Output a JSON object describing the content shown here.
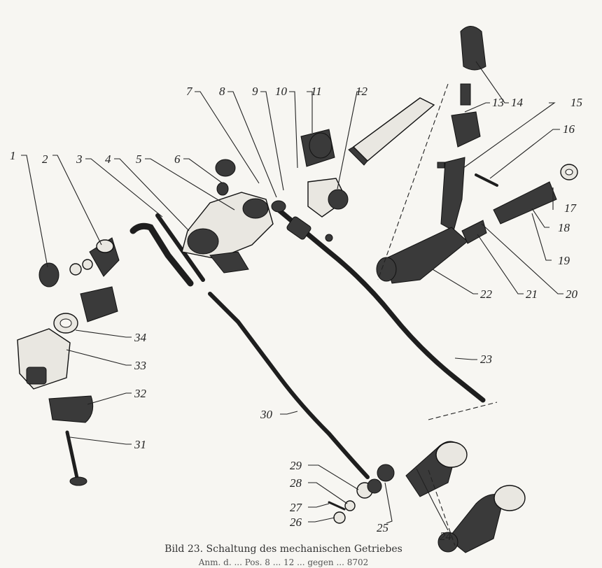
{
  "labels": [
    "1",
    "2",
    "3",
    "4",
    "5",
    "6",
    "7",
    "8",
    "9",
    "10",
    "11",
    "12",
    "13",
    "14",
    "15",
    "16",
    "17",
    "18",
    "19",
    "20",
    "21",
    "22",
    "23",
    "24",
    "25",
    "26",
    "27",
    "28",
    "29",
    "30",
    "31",
    "32",
    "33",
    "34"
  ],
  "caption": {
    "line1": "Bild 23. Schaltung des mechanischen Getriebes",
    "line2": "Anm. d. ... Pos. 8 ... 12 ... gegen ... 8702"
  }
}
